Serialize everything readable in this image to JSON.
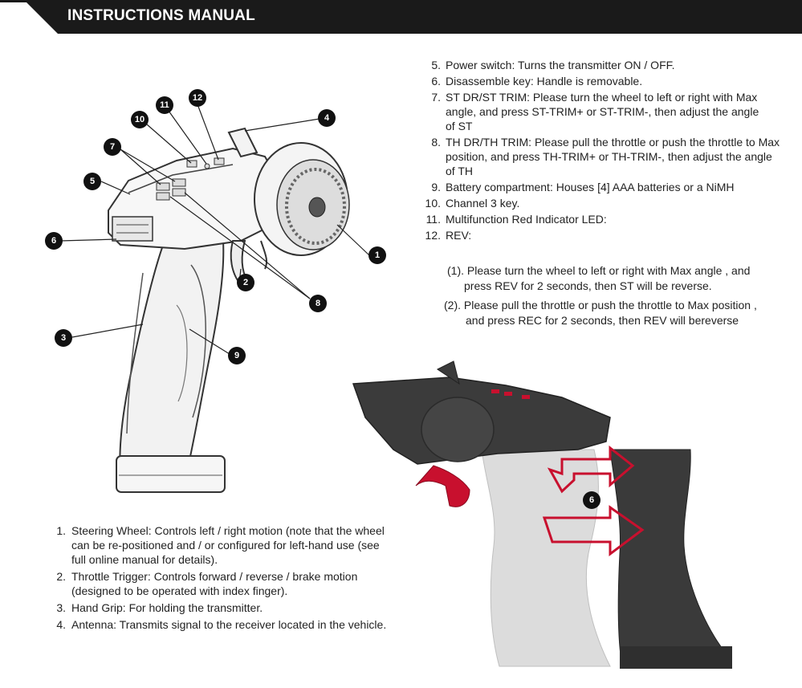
{
  "header": {
    "title": "INSTRUCTIONS MANUAL"
  },
  "right_list": [
    {
      "num": "5.",
      "text": "Power switch: Turns the transmitter ON / OFF."
    },
    {
      "num": "6.",
      "text": "Disassemble key:  Handle is removable."
    },
    {
      "num": "7.",
      "text": "ST DR/ST TRIM: Please turn the wheel to left or right with Max angle, and press ST-TRIM+ or ST-TRIM-, then adjust the angle of ST"
    },
    {
      "num": "8.",
      "text": "TH DR/TH TRIM: Please pull the throttle or push the throttle to Max position, and press TH-TRIM+ or TH-TRIM-, then adjust the angle of TH"
    },
    {
      "num": "9.",
      "text": "Battery compartment: Houses [4] AAA batteries or a NiMH"
    },
    {
      "num": "10.",
      "text": "Channel 3 key."
    },
    {
      "num": "11.",
      "text": "Multifunction Red Indicator LED:"
    },
    {
      "num": "12.",
      "text": "REV:"
    }
  ],
  "rev_sub": [
    {
      "line1": "(1). Please turn the wheel to left or right with Max angle , and",
      "line2": "press REV for 2 seconds, then ST will be reverse."
    },
    {
      "line1": "(2). Please pull the throttle or push the throttle to Max position ,",
      "line2": "and press REC for 2 seconds, then REV will bereverse"
    }
  ],
  "bottom_list": [
    {
      "num": "1.",
      "text": "Steering Wheel: Controls left / right motion (note that the wheel can be re-positioned and / or configured for left-hand use (see full online manual for details)."
    },
    {
      "num": "2.",
      "text": "Throttle Trigger: Controls forward / reverse / brake motion (designed to be operated with index finger)."
    },
    {
      "num": "3.",
      "text": "Hand Grip: For holding the transmitter."
    },
    {
      "num": "4.",
      "text": "Antenna: Transmits signal to the receiver located in the vehicle."
    }
  ],
  "callouts": [
    "1",
    "2",
    "3",
    "4",
    "5",
    "6",
    "7",
    "8",
    "9",
    "10",
    "11",
    "12"
  ],
  "detail_callout": "6",
  "colors": {
    "header_bg": "#1a1a1a",
    "accent_red": "#c8102e",
    "callout_bg": "#111111"
  }
}
